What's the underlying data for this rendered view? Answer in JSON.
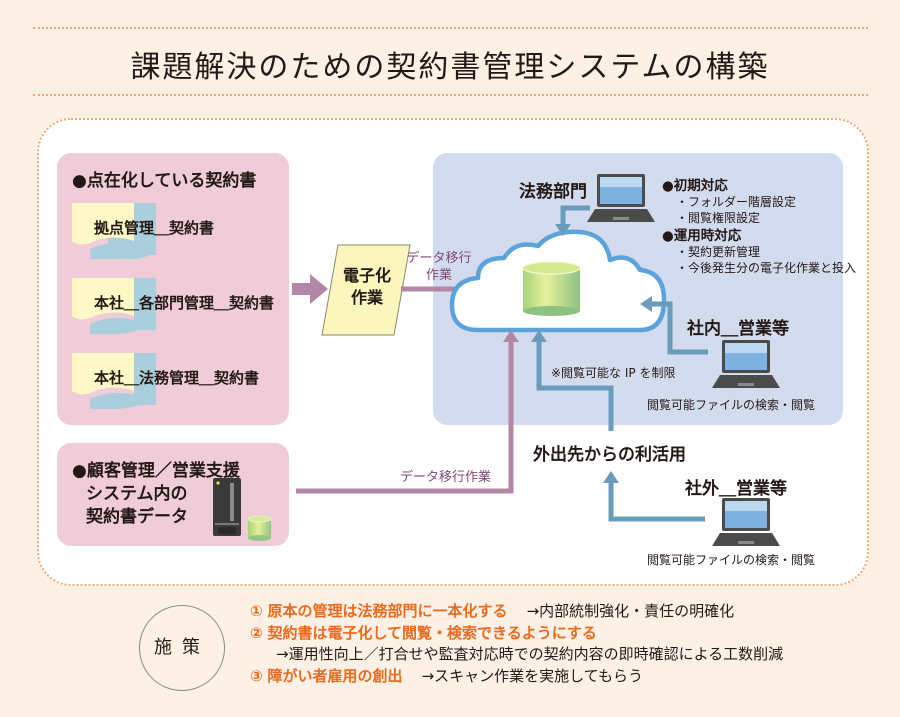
{
  "title": "課題解決のための契約書管理システムの構築",
  "scattered": {
    "heading": "●点在化している契約書",
    "documents": [
      "拠点管理＿契約書",
      "本社＿各部門管理＿契約書",
      "本社＿法務管理＿契約書"
    ]
  },
  "crm": {
    "heading_line1": "●顧客管理／営業支援",
    "heading_line2": "システム内の",
    "heading_line3": "契約書データ"
  },
  "digitize": {
    "line1": "電子化",
    "line2": "作業"
  },
  "flows": {
    "migration_top_line1": "データ移行",
    "migration_top_line2": "作業",
    "migration_bottom": "データ移行作業"
  },
  "legal": {
    "label": "法務部門",
    "initial_heading": "●初期対応",
    "initial_items": [
      "・フォルダー階層設定",
      "・閲覧権限設定"
    ],
    "ops_heading": "●運用時対応",
    "ops_items": [
      "・契約更新管理",
      "・今後発生分の電子化作業と投入"
    ]
  },
  "internal": {
    "label": "社内＿営業等",
    "caption": "閲覧可能ファイルの検索・閲覧"
  },
  "ip_note": "※閲覧可能な IP を制限",
  "external_use": "外出先からの利活用",
  "external": {
    "label": "社外＿営業等",
    "caption": "閲覧可能ファイルの検索・閲覧"
  },
  "measures": {
    "badge": "施策",
    "items": [
      {
        "num": "①",
        "main": "原本の管理は法務部門に一本化する",
        "effect": "→内部統制強化・責任の明確化"
      },
      {
        "num": "②",
        "main": "契約書は電子化して閲覧・検索できるようにする",
        "effect": "→運用性向上／打合せや監査対応時での契約内容の即時確認による工数削減"
      },
      {
        "num": "③",
        "main": "障がい者雇用の創出",
        "effect": "→スキャン作業を実施してもらう"
      }
    ]
  },
  "colors": {
    "background": "#fdf1e6",
    "dotted_border": "#f3a86a",
    "pink_panel": "#efccd8",
    "blue_panel": "#d3dcef",
    "migration_arrow": "#b487a6",
    "access_arrow": "#6b9bbb",
    "cloud_stroke": "#5aa3dc",
    "accent_orange": "#ea6a1e"
  }
}
